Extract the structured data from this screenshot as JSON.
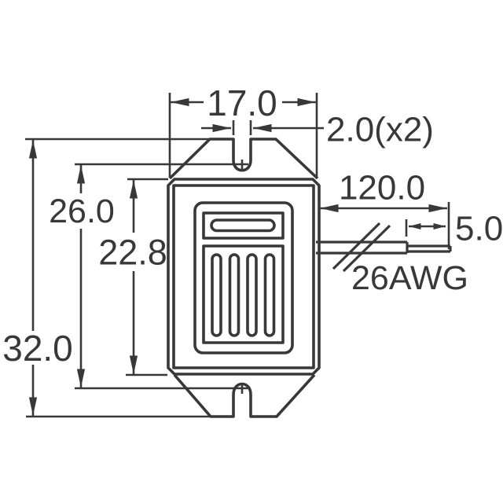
{
  "drawing": {
    "dimensions": {
      "body_width": "17.0",
      "notch_width": "2.0(x2)",
      "notch_to_notch_height": "26.0",
      "body_height": "22.8",
      "overall_height": "32.0",
      "lead_length": "120.0",
      "strip_length": "5.0",
      "wire_gauge": "26AWG"
    },
    "colors": {
      "line": "#383838",
      "background": "#ffffff"
    }
  }
}
